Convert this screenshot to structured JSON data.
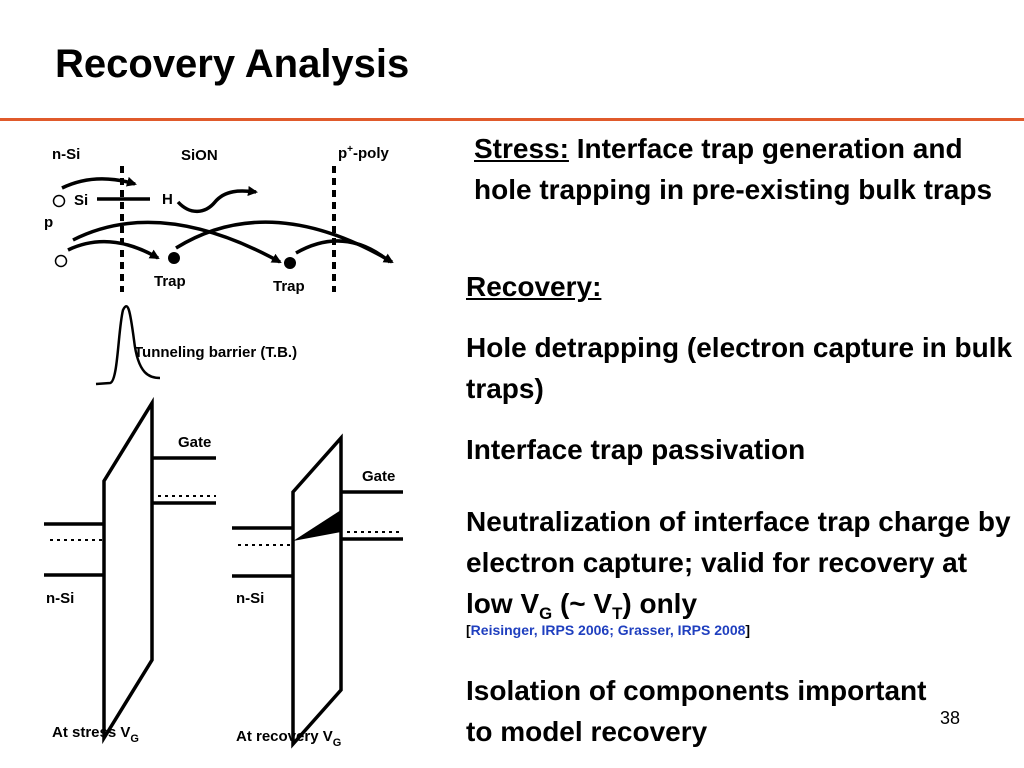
{
  "title": "Recovery Analysis",
  "page_number": "38",
  "stress": {
    "label": "Stress:",
    "text": " Interface trap generation and hole trapping in pre-existing bulk traps"
  },
  "recovery": {
    "label": "Recovery:",
    "item1": "Hole detrapping (electron capture in bulk traps)",
    "item2": "Interface trap passivation",
    "item3_pre": "Neutralization of interface trap charge by electron capture; valid for recovery at low V",
    "item3_sub1": "G",
    "item3_mid": " (~ V",
    "item3_sub2": "T",
    "item3_post": ") only",
    "citation_open": "[",
    "citation_link": "Reisinger, IRPS 2006; Grasser, IRPS 2008",
    "citation_close": "]",
    "item4": "Isolation of components important to model recovery"
  },
  "diagram": {
    "n_si": "n-Si",
    "sion": "SiON",
    "p_poly_p": "p",
    "p_poly_sup": "+",
    "p_poly_rest": "-poly",
    "si": "Si",
    "h": "H",
    "p": "p",
    "trap": "Trap",
    "tunneling_barrier": "Tunneling barrier (T.B.)"
  },
  "bands": {
    "gate": "Gate",
    "n_si": "n-Si",
    "stress_caption": "At stress V",
    "stress_sub": "G",
    "recovery_caption": "At recovery V",
    "recovery_sub": "G"
  }
}
